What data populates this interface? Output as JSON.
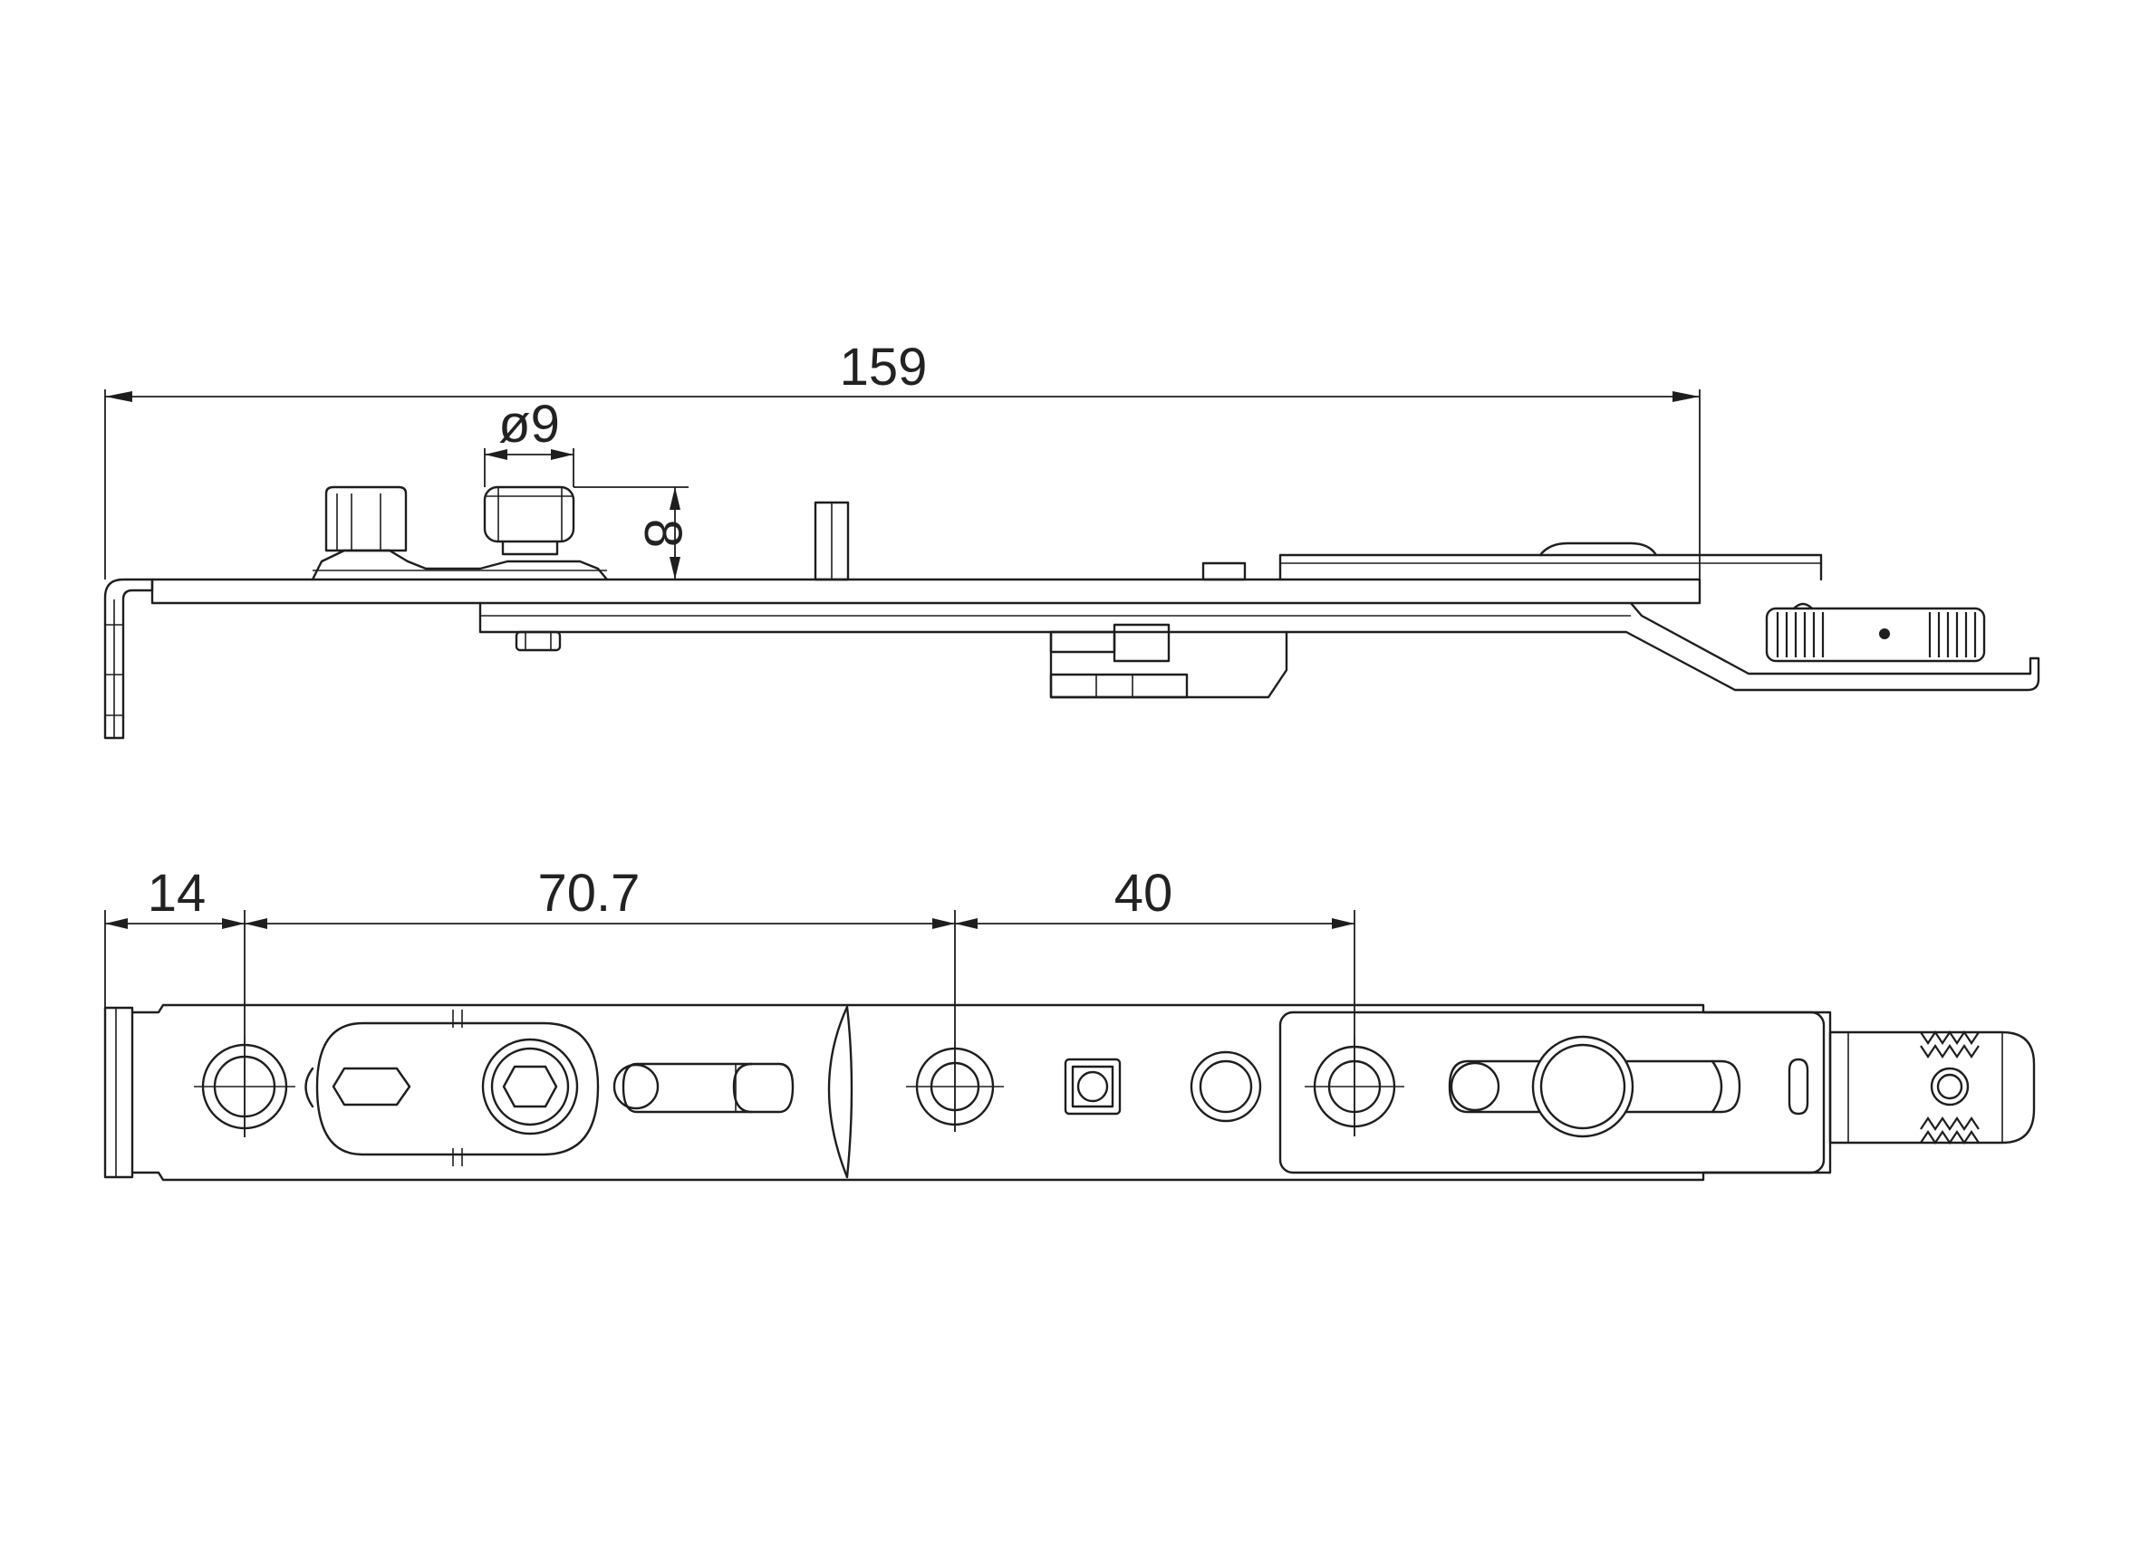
{
  "drawing": {
    "dimensions": {
      "overall_length": "159",
      "pin_diameter": "ø9",
      "pin_height": "8",
      "first_hole_offset": "14",
      "hole_spacing_1": "70.7",
      "hole_spacing_2": "40"
    }
  }
}
